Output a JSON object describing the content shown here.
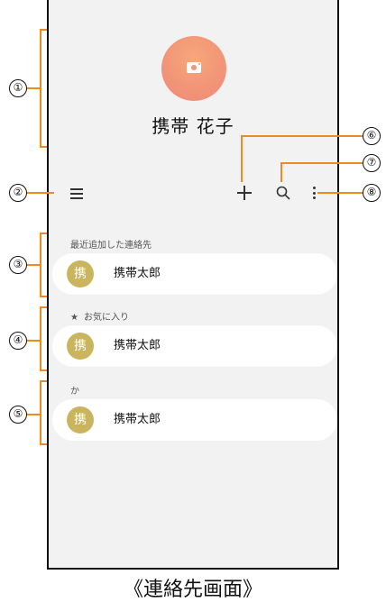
{
  "profile": {
    "name": "携帯 花子",
    "avatar_icon": "camera-icon",
    "avatar_color": "#f29577"
  },
  "toolbar": {
    "menu_icon": "hamburger-menu-icon",
    "add_icon": "plus-icon",
    "search_icon": "search-icon",
    "more_icon": "more-vertical-icon"
  },
  "sections": [
    {
      "label": "最近追加した連絡先",
      "contact": {
        "avatar_char": "携",
        "name": "携帯太郎"
      }
    },
    {
      "label": "お気に入り",
      "icon": "star-icon",
      "star_glyph": "★",
      "contact": {
        "avatar_char": "携",
        "name": "携帯太郎"
      }
    },
    {
      "label": "か",
      "contact": {
        "avatar_char": "携",
        "name": "携帯太郎"
      }
    }
  ],
  "contact_avatar_color": "#cbb45e",
  "callouts": [
    "①",
    "②",
    "③",
    "④",
    "⑤",
    "⑥",
    "⑦",
    "⑧"
  ],
  "callout_line_color": "#f08a1c",
  "caption": "《連絡先画面》"
}
